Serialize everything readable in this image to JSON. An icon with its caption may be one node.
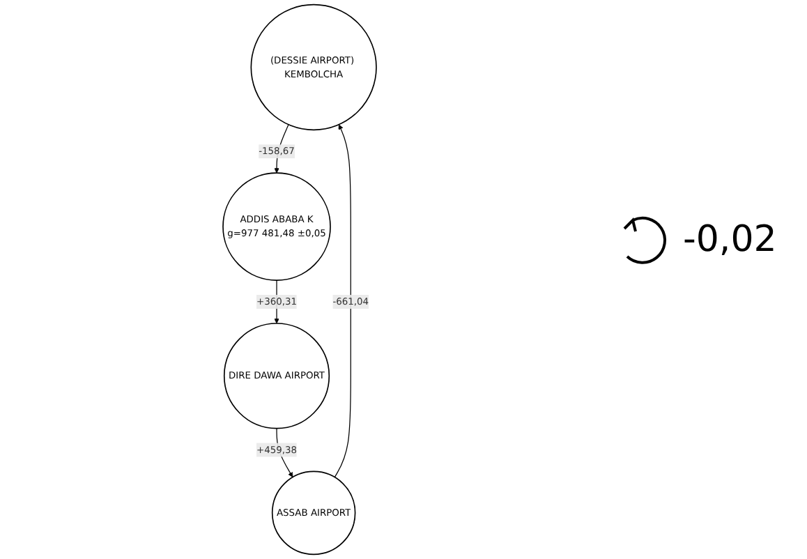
{
  "diagram": {
    "nodes": [
      {
        "text": [
          "(DESSIE AIRPORT) KEMBOLCHA"
        ]
      },
      {
        "text": [
          "ASSAB AIRPORT"
        ]
      },
      {
        "text": [
          "ADDIS ABABA K",
          "g=977 481,48 ±0,05"
        ]
      },
      {
        "text": [
          "DIRE DAWA AIRPORT"
        ]
      }
    ],
    "edges": [
      {
        "from": 1,
        "to": 0,
        "arrow": "to",
        "label": "-661,04"
      },
      {
        "from": 0,
        "to": 2,
        "arrow": "to",
        "label": "-158,67"
      },
      {
        "from": 2,
        "to": 3,
        "arrow": "to",
        "label": "+360,31"
      },
      {
        "from": 3,
        "to": 1,
        "arrow": "to",
        "label": "+459,38"
      }
    ],
    "labels": [
      "-0,02"
    ]
  }
}
